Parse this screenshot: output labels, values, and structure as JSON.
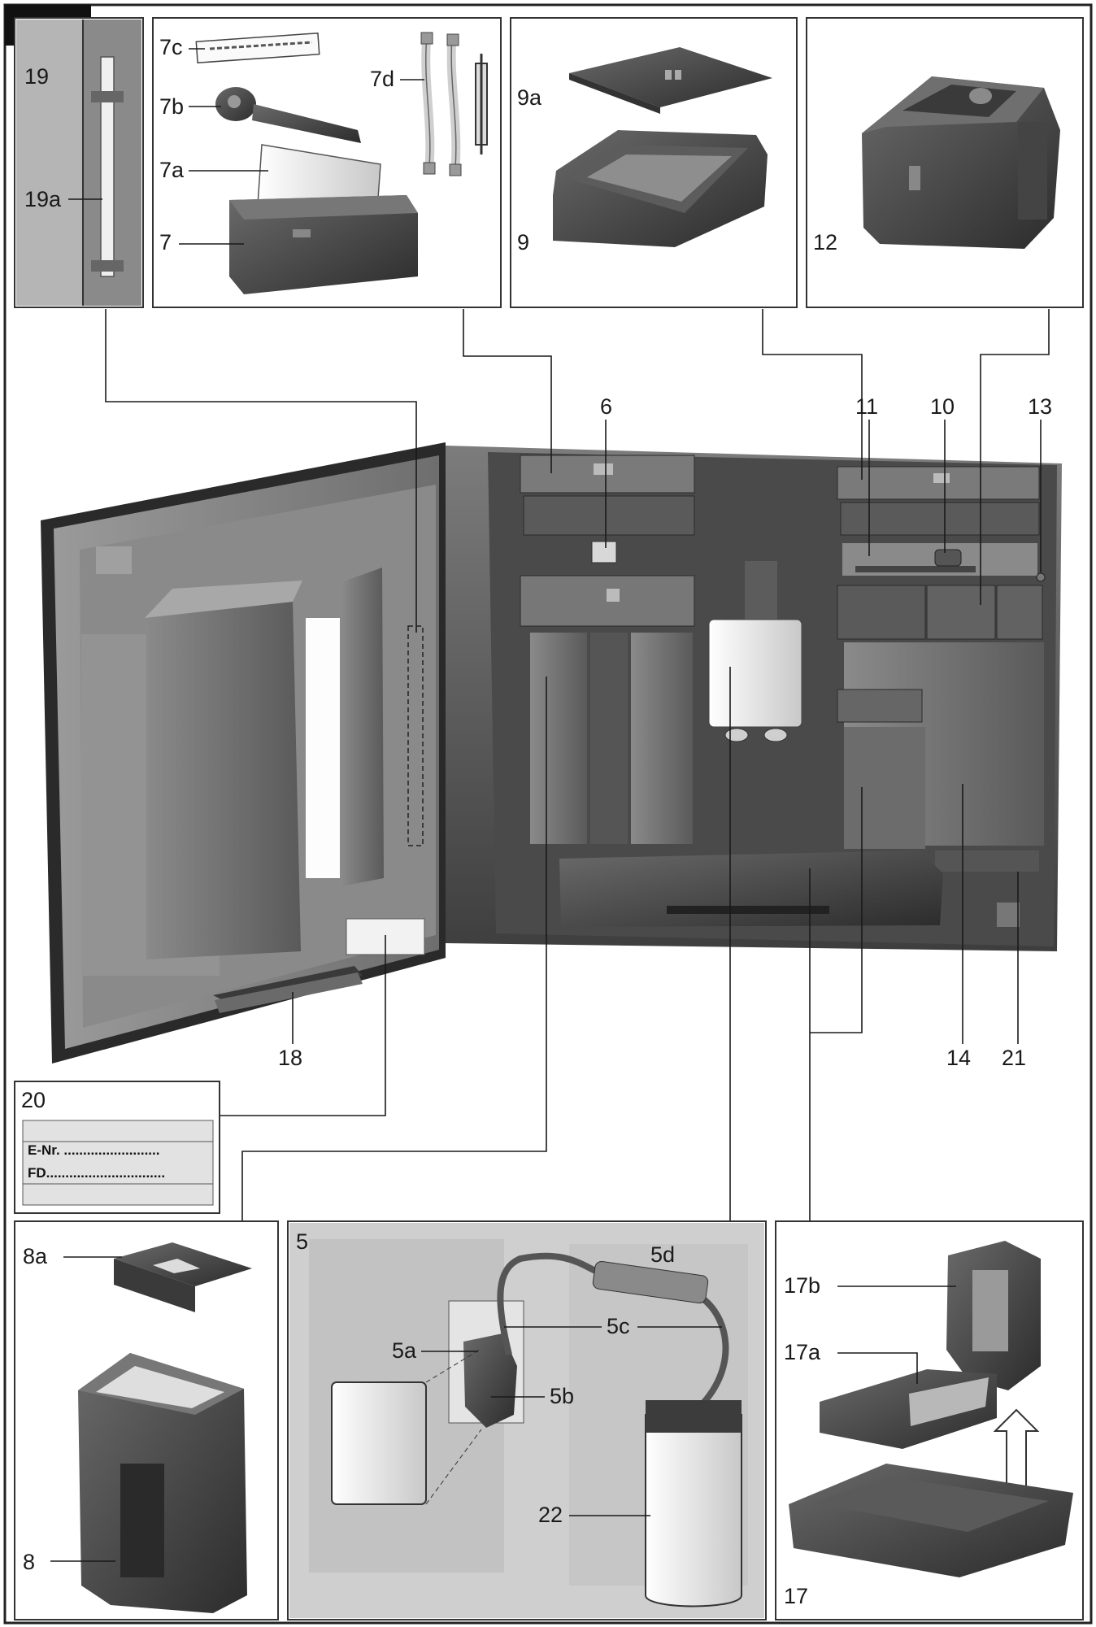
{
  "labels": {
    "l19": "19",
    "l19a": "19a",
    "l7c": "7c",
    "l7b": "7b",
    "l7a": "7a",
    "l7": "7",
    "l7d": "7d",
    "l9a": "9a",
    "l9": "9",
    "l12": "12",
    "l6": "6",
    "l11": "11",
    "l10": "10",
    "l13": "13",
    "l18": "18",
    "l14": "14",
    "l21": "21",
    "l20": "20",
    "l8a": "8a",
    "l8": "8",
    "l5": "5",
    "l5d": "5d",
    "l5c": "5c",
    "l5a": "5a",
    "l5b": "5b",
    "l22": "22",
    "l17b": "17b",
    "l17a": "17a",
    "l17": "17"
  },
  "rating_plate": {
    "enr": "E-Nr. .........................",
    "fd": "FD..............................."
  }
}
